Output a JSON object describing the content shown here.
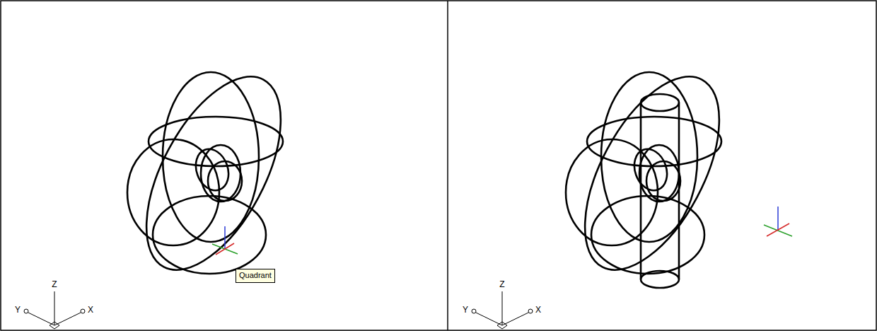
{
  "diagram": {
    "nodes": [
      {
        "text": [
          "Quadrant"
        ]
      }
    ],
    "labels": [
      "Z",
      "Y",
      "X",
      "Z",
      "Y",
      "X"
    ]
  }
}
